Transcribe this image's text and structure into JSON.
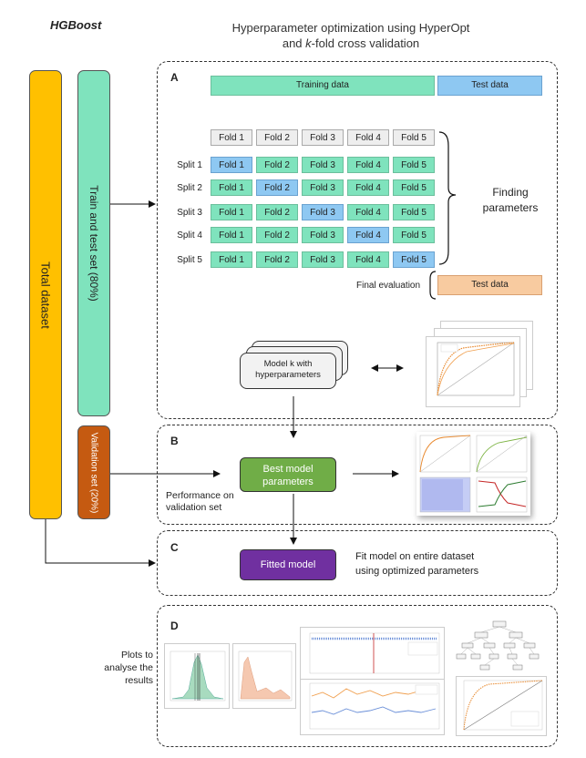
{
  "header": {
    "left_title": "HGBoost",
    "right_title_line1": "Hyperparameter optimization using HyperOpt",
    "right_title_line2_prefix": "and ",
    "right_title_line2_k": "k",
    "right_title_line2_suffix": "-fold cross validation"
  },
  "bars": {
    "total": "Total dataset",
    "train_test": "Train and test set (80%)",
    "validation": "Validation set (20%)"
  },
  "sections": {
    "a": "A",
    "b": "B",
    "c": "C",
    "d": "D"
  },
  "section_a": {
    "training_data": "Training data",
    "test_data": "Test data",
    "fold_labels": [
      "Fold 1",
      "Fold 2",
      "Fold 3",
      "Fold 4",
      "Fold 5"
    ],
    "splits": [
      "Split 1",
      "Split 2",
      "Split 3",
      "Split 4",
      "Split 5"
    ],
    "finding_parameters": "Finding parameters",
    "final_evaluation": "Final evaluation",
    "final_test_data": "Test data",
    "model_box": "Model k with hyperparameters"
  },
  "section_b": {
    "best_model": "Best model parameters",
    "performance_note": "Performance on validation set"
  },
  "section_c": {
    "fitted_model": "Fitted model",
    "fit_note_line1": "Fit model on entire dataset",
    "fit_note_line2": "using optimized parameters"
  },
  "section_d": {
    "plots_note": "Plots to analyse the results"
  },
  "colors": {
    "total_bar": "#ffc000",
    "train_bar": "#7fe3bd",
    "validation_bar": "#c55a11",
    "training_data": "#7fe3bd",
    "test_data": "#8ec8f2",
    "final_test": "#f8cba0",
    "best_model": "#70ad47",
    "fitted_model": "#7030a0"
  }
}
